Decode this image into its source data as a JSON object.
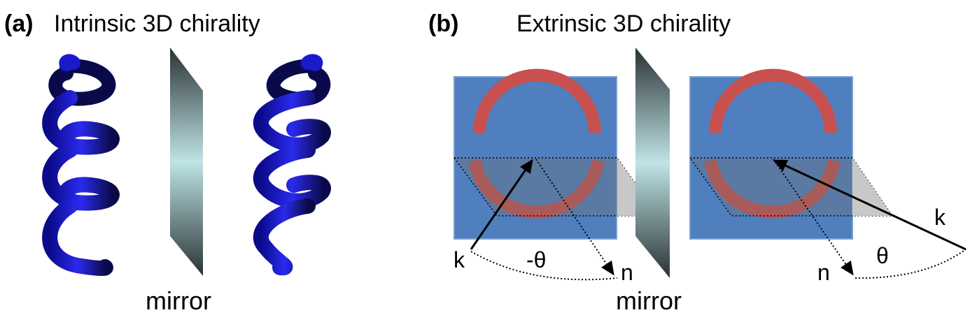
{
  "panel_a": {
    "label": "(a)",
    "title": "Intrinsic 3D chirality",
    "mirror_label": "mirror"
  },
  "panel_b": {
    "label": "(b)",
    "title": "Extrinsic 3D chirality",
    "mirror_label": "mirror",
    "left": {
      "k_label": "k",
      "n_label": "n",
      "angle_label": "-θ"
    },
    "right": {
      "k_label": "k",
      "n_label": "n",
      "angle_label": "θ"
    }
  },
  "colors": {
    "helix": "#1a1acc",
    "helix_dark": "#0a0a4a",
    "square": "#4f7fbf",
    "ring": "#c8504f",
    "plane": "#b0b0b0",
    "mirror_light": "#bfe4e6",
    "mirror_dark": "#2a3235"
  }
}
